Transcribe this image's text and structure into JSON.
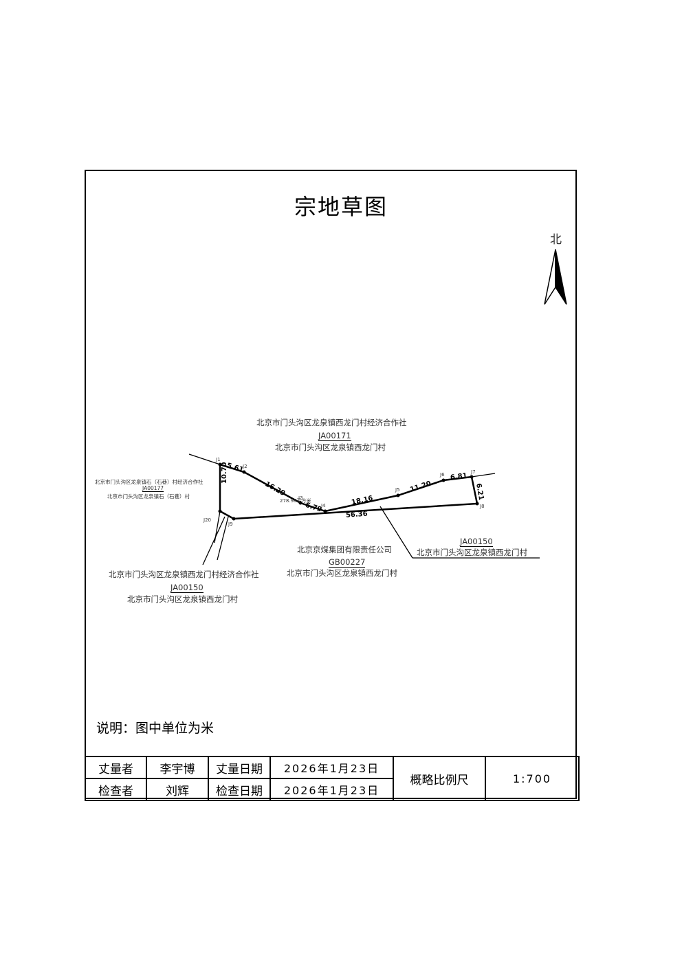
{
  "title": "宗地草图",
  "north_label": "北",
  "note": "说明：图中单位为米",
  "parcel": {
    "number_label": "278.98平方米",
    "points": [
      "J1",
      "J2",
      "J3",
      "J4",
      "J5",
      "J6",
      "J7",
      "J8",
      "J9",
      "J20"
    ],
    "edges": [
      "5.61",
      "16.29",
      "6.79",
      "18.16",
      "11.20",
      "6.81",
      "6.21",
      "56.36",
      "10.70"
    ]
  },
  "neighbors": {
    "north": {
      "owner": "北京市门头沟区龙泉镇西龙门村经济合作社",
      "code": "JA00171",
      "location": "北京市门头沟区龙泉镇西龙门村"
    },
    "west": {
      "owner": "北京市门头沟区龙泉镇石（石巷）村经济合作社",
      "code": "JA00177",
      "location": "北京市门头沟区龙泉镇石（石巷）村"
    },
    "south": {
      "owner": "北京京煤集团有限责任公司",
      "code": "GB00227",
      "location": "北京市门头沟区龙泉镇西龙门村"
    },
    "southeast": {
      "code": "JA00150",
      "location": "北京市门头沟区龙泉镇西龙门村"
    },
    "southwest": {
      "owner": "北京市门头沟区龙泉镇西龙门村经济合作社",
      "code": "JA00150",
      "location": "北京市门头沟区龙泉镇西龙门村"
    }
  },
  "table": {
    "surveyor_label": "丈量者",
    "surveyor": "李宇博",
    "survey_date_label": "丈量日期",
    "survey_date": "2026年1月23日",
    "checker_label": "检查者",
    "checker": "刘辉",
    "check_date_label": "检查日期",
    "check_date": "2026年1月23日",
    "scale_label": "概略比例尺",
    "scale": "1:700"
  }
}
